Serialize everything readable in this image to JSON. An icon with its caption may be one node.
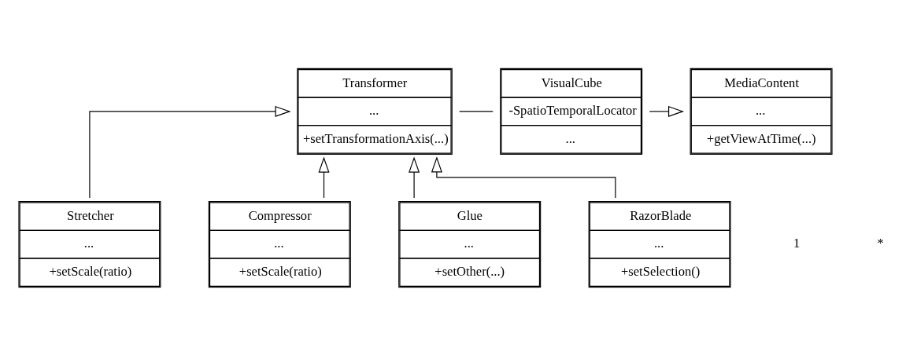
{
  "diagram": {
    "nodes": [
      {
        "text": [
          "Transformer",
          "...",
          "+setTransformationAxis(...)"
        ]
      },
      {
        "text": [
          "VisualCube",
          "-SpatioTemporalLocator",
          "..."
        ]
      },
      {
        "text": [
          "MediaContent",
          "...",
          "+getViewAtTime(...)"
        ]
      },
      {
        "text": [
          "Stretcher",
          "...",
          "+setScale(ratio)"
        ]
      },
      {
        "text": [
          "Compressor",
          "...",
          "+setScale(ratio)"
        ]
      },
      {
        "text": [
          "Glue",
          "...",
          "+setOther(...)"
        ]
      },
      {
        "text": [
          "RazorBlade",
          "...",
          "+setSelection()"
        ]
      }
    ],
    "edges": [
      {
        "from": 0,
        "to": 1,
        "arrow": "none"
      },
      {
        "from": 1,
        "to": 2,
        "arrow": "to"
      },
      {
        "from": 3,
        "to": 0,
        "arrow": "to"
      },
      {
        "from": 4,
        "to": 0,
        "arrow": "to"
      },
      {
        "from": 5,
        "to": 0,
        "arrow": "to"
      },
      {
        "from": 6,
        "to": 0,
        "arrow": "to"
      }
    ],
    "labels": [
      "1",
      "*"
    ]
  }
}
